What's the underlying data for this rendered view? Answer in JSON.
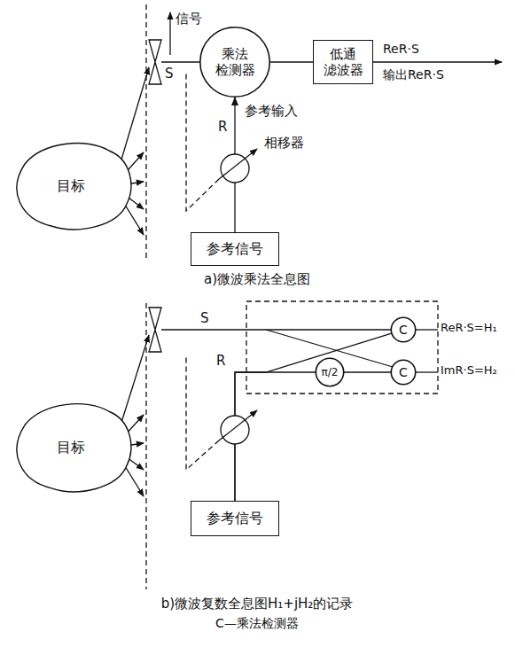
{
  "diagram": {
    "nodes": [
      {
        "text": [
          "目标"
        ]
      },
      {
        "text": [
          "乘法 检测器"
        ]
      },
      {
        "text": [
          "低通 滤波器"
        ]
      },
      {
        "text": [
          "参考信号"
        ]
      },
      {
        "text": [
          "目标"
        ]
      },
      {
        "text": [
          "C"
        ]
      },
      {
        "text": [
          "π/2"
        ]
      },
      {
        "text": [
          "C"
        ]
      },
      {
        "text": [
          "参考信号"
        ]
      }
    ],
    "edges": [
      {
        "from": 1,
        "to": 2,
        "arrow": "none"
      },
      {
        "from": 3,
        "to": 1,
        "arrow": "to"
      },
      {
        "from": 8,
        "to": 5,
        "arrow": "none"
      },
      {
        "from": 8,
        "to": 6,
        "arrow": "none"
      },
      {
        "from": 6,
        "to": 7,
        "arrow": "none"
      }
    ],
    "labels": [
      "信号",
      "S",
      "ReR·S",
      "输出ReR·S",
      "参考输入",
      "R",
      "相移器",
      "a)微波乘法全息图",
      "S",
      "R",
      "ReR·S=H₁",
      "ImR·S=H₂",
      "b)微波复数全息图H₁+jH₂的记录",
      "C—乘法检测器"
    ]
  }
}
